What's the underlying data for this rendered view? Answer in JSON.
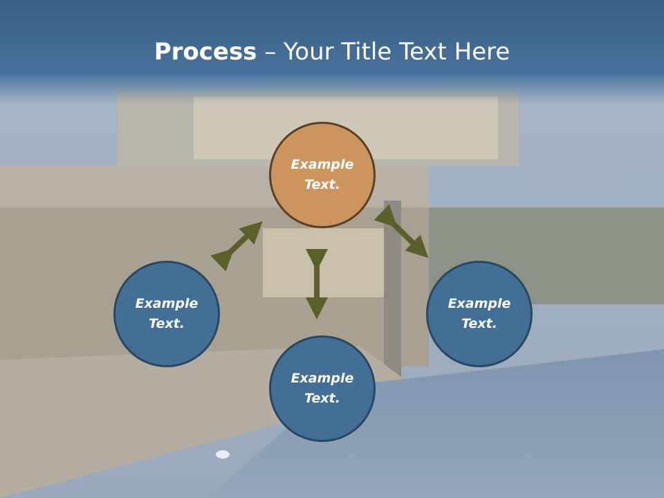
{
  "slide": {
    "title_bold": "Process",
    "title_rest": " – Your Title Text Here"
  },
  "diagram": {
    "nodes": [
      {
        "id": "top",
        "text": "Example Text.",
        "fill": "#cc9560"
      },
      {
        "id": "left",
        "text": "Example Text.",
        "fill": "#436f96"
      },
      {
        "id": "bottom",
        "text": "Example Text.",
        "fill": "#436f96"
      },
      {
        "id": "right",
        "text": "Example Text.",
        "fill": "#436f96"
      }
    ],
    "arrow_color": "#5b5f2a"
  }
}
